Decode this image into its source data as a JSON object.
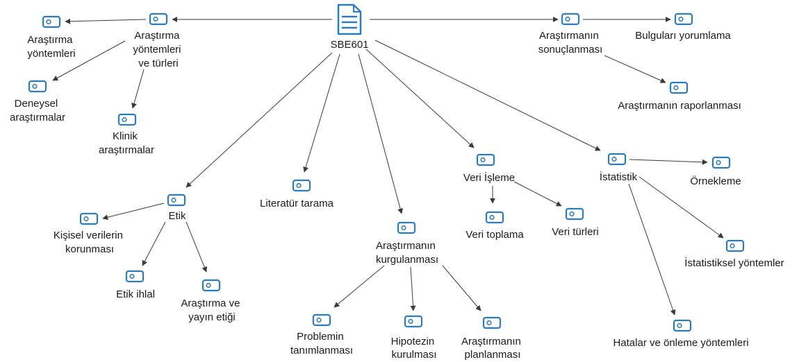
{
  "root": {
    "label": "SBE601"
  },
  "nodes": {
    "n1": {
      "lines": [
        "Araştırma",
        "yöntemleri",
        "ve türleri"
      ]
    },
    "n2": {
      "lines": [
        "Araştırma",
        "yöntemleri"
      ]
    },
    "n3": {
      "lines": [
        "Deneysel",
        "araştırmalar"
      ]
    },
    "n4": {
      "lines": [
        "Klinik",
        "araştırmalar"
      ]
    },
    "n5": {
      "lines": [
        "Araştırmanın",
        "sonuçlanması"
      ]
    },
    "n6": {
      "lines": [
        "Bulguları yorumlama"
      ]
    },
    "n7": {
      "lines": [
        "Araştırmanın raporlanması"
      ]
    },
    "n8": {
      "lines": [
        "Etik"
      ]
    },
    "n9": {
      "lines": [
        "Kişisel verilerin",
        "korunması"
      ]
    },
    "n10": {
      "lines": [
        "Etik ihlal"
      ]
    },
    "n11": {
      "lines": [
        "Araştırma ve",
        "yayın etiği"
      ]
    },
    "n12": {
      "lines": [
        "Literatür tarama"
      ]
    },
    "n13": {
      "lines": [
        "Araştırmanın",
        "kurgulanması"
      ]
    },
    "n14": {
      "lines": [
        "Problemin",
        "tanımlanması"
      ]
    },
    "n15": {
      "lines": [
        "Hipotezin",
        "kurulması"
      ]
    },
    "n16": {
      "lines": [
        "Araştırmanın",
        "planlanması"
      ]
    },
    "n17": {
      "lines": [
        "Veri İşleme"
      ]
    },
    "n18": {
      "lines": [
        "Veri toplama"
      ]
    },
    "n19": {
      "lines": [
        "Veri türleri"
      ]
    },
    "n20": {
      "lines": [
        "İstatistik"
      ]
    },
    "n21": {
      "lines": [
        "Örnekleme"
      ]
    },
    "n22": {
      "lines": [
        "İstatistiksel yöntemler"
      ]
    },
    "n23": {
      "lines": [
        "Hatalar ve önleme yöntemleri"
      ]
    }
  },
  "icons": {
    "root": "document-icon",
    "node": "tag-icon"
  },
  "colors": {
    "icon": "#2b7bbf",
    "edge": "#3a3a3a",
    "text": "#1a1a1a",
    "background": "#ffffff"
  }
}
